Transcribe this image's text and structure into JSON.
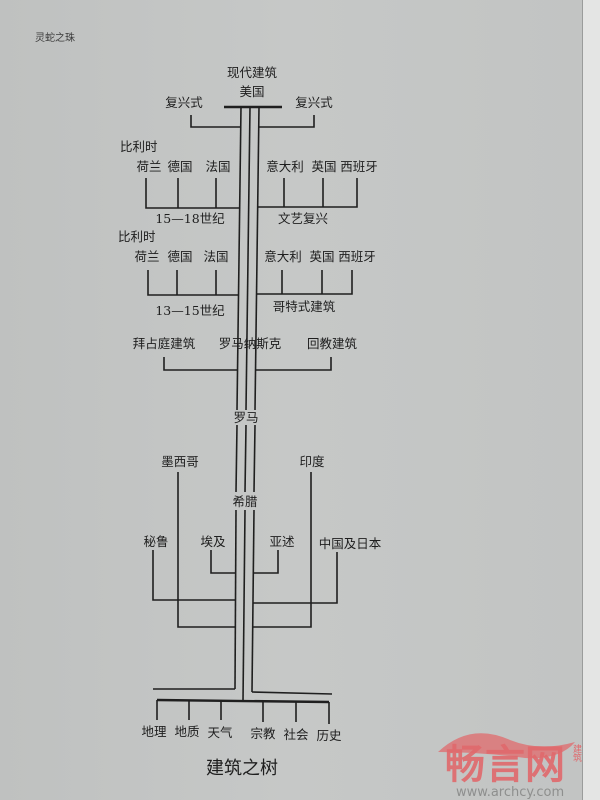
{
  "running_header": "灵蛇之珠",
  "tree": {
    "top": {
      "title": "现代建筑",
      "country": "美国",
      "left": "复兴式",
      "right": "复兴式"
    },
    "renaissance": {
      "extra": "比利时",
      "left": [
        "荷兰",
        "德国",
        "法国"
      ],
      "right": [
        "意大利",
        "英国",
        "西班牙"
      ],
      "left_label": "15—18世纪",
      "right_label": "文艺复兴"
    },
    "gothic": {
      "extra": "比利时",
      "left": [
        "荷兰",
        "德国",
        "法国"
      ],
      "right": [
        "意大利",
        "英国",
        "西班牙"
      ],
      "left_label": "13—15世纪",
      "right_label": "哥特式建筑"
    },
    "medieval": {
      "left": "拜占庭建筑",
      "center": "罗马纳斯克",
      "right": "回教建筑"
    },
    "rome": "罗马",
    "greece": "希腊",
    "upper_branches": {
      "left": "墨西哥",
      "right": "印度"
    },
    "lower_branches": [
      "秘鲁",
      "埃及",
      "亚述",
      "中国及日本"
    ],
    "roots": [
      "地理",
      "地质",
      "天气",
      "宗教",
      "社会",
      "历史"
    ],
    "caption": "建筑之树"
  },
  "watermark": {
    "brand": "畅言网",
    "tag": "建筑",
    "url": "www.archcy.com",
    "color": "#e0696c"
  }
}
